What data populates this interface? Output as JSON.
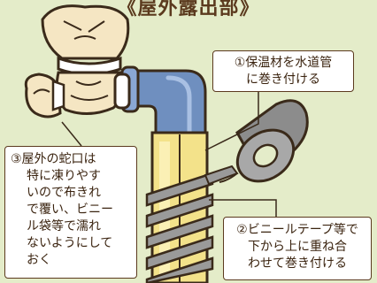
{
  "title": "《屋外露出部》",
  "callouts": {
    "insulation": {
      "lines": [
        "①保温材を水道管",
        "に巻き付ける"
      ]
    },
    "tape": {
      "lines": [
        "②ビニールテープ等で",
        "下から上に重ね合",
        "わせて巻き付ける"
      ]
    },
    "faucet": {
      "lines": [
        "③屋外の蛇口は",
        "特に凍りやす",
        "いので布きれ",
        "で覆い、ビニー",
        "ル袋等で濡れ",
        "ないようにして",
        "おく"
      ]
    }
  },
  "colors": {
    "background": "#e4ecc9",
    "pipe_blue": "#6f8fbf",
    "insulation_yellow": "#f3e28a",
    "tape_gray": "#9a9a9a",
    "cloth_beige": "#f5e6c3",
    "outline_brown": "#5b3a1e"
  }
}
